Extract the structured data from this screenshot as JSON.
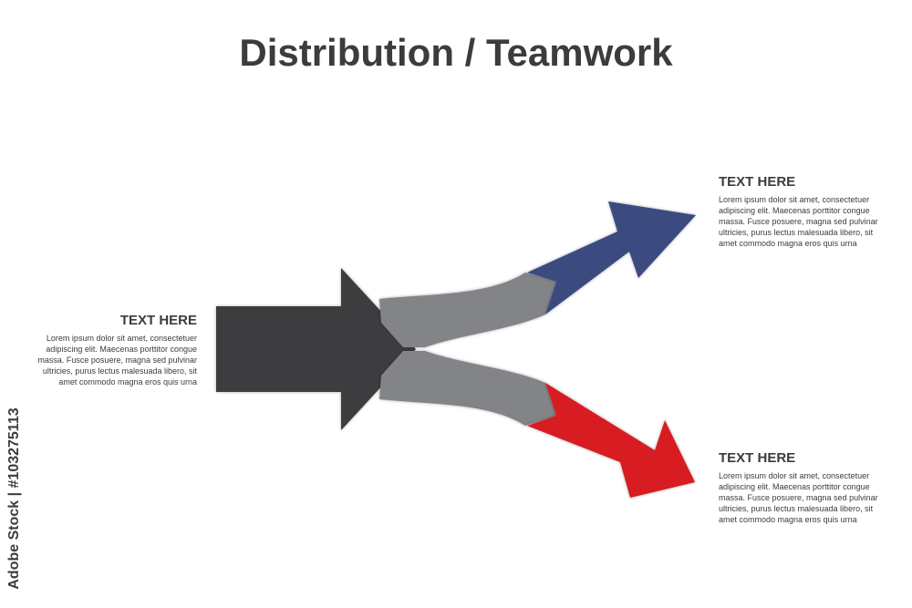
{
  "title": "Distribution / Teamwork",
  "blocks": {
    "left": {
      "heading": "TEXT HERE",
      "body": "Lorem ipsum dolor sit amet, consectetuer adipiscing elit. Maecenas porttitor congue massa. Fusce posuere, magna sed pulvinar ultricies, purus lectus malesuada libero, sit amet commodo magna eros quis urna"
    },
    "top_right": {
      "heading": "TEXT HERE",
      "body": "Lorem ipsum dolor sit amet, consectetuer adipiscing elit. Maecenas porttitor congue massa. Fusce posuere, magna sed pulvinar ultricies, purus lectus malesuada libero, sit amet commodo magna eros quis urna"
    },
    "bottom_right": {
      "heading": "TEXT HERE",
      "body": "Lorem ipsum dolor sit amet, consectetuer adipiscing elit. Maecenas porttitor congue massa. Fusce posuere, magna sed pulvinar ultricies, purus lectus malesuada libero, sit amet commodo magna eros quis urna"
    }
  },
  "colors": {
    "main_arrow": "#3e3e40",
    "split_branches": "#838487",
    "top_arrow": "#3b4b80",
    "bottom_arrow": "#d71a20",
    "text": "#3c3c3e"
  },
  "watermark": "Adobe Stock | #103275113"
}
